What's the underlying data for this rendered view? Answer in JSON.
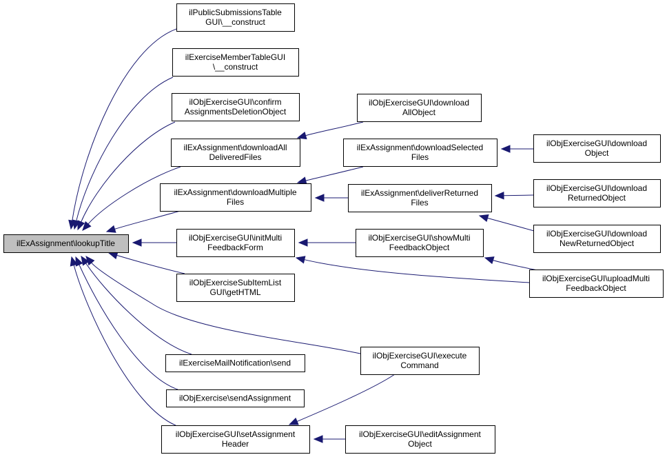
{
  "title": "ilExAssignment\\lookupTitle caller graph",
  "colors": {
    "edge": "#191970",
    "root_fill": "#bfbfbf",
    "node_fill": "#ffffff",
    "border": "#000000"
  },
  "nodes": [
    {
      "id": "root",
      "lines": [
        "ilExAssignment\\lookupTitle"
      ],
      "root": true
    },
    {
      "id": "n1",
      "lines": [
        "ilPublicSubmissionsTable",
        "GUI\\__construct"
      ]
    },
    {
      "id": "n2",
      "lines": [
        "ilExerciseMemberTableGUI",
        "\\__construct"
      ]
    },
    {
      "id": "n3",
      "lines": [
        "ilObjExerciseGUI\\confirm",
        "AssignmentsDeletionObject"
      ]
    },
    {
      "id": "n4",
      "lines": [
        "ilExAssignment\\downloadAll",
        "DeliveredFiles"
      ]
    },
    {
      "id": "n5",
      "lines": [
        "ilExAssignment\\downloadMultiple",
        "Files"
      ]
    },
    {
      "id": "n6",
      "lines": [
        "ilObjExerciseGUI\\initMulti",
        "FeedbackForm"
      ]
    },
    {
      "id": "n7",
      "lines": [
        "ilObjExerciseSubItemList",
        "GUI\\getHTML"
      ]
    },
    {
      "id": "n8",
      "lines": [
        "ilExerciseMailNotification\\send"
      ]
    },
    {
      "id": "n9",
      "lines": [
        "ilObjExercise\\sendAssignment"
      ]
    },
    {
      "id": "n10",
      "lines": [
        "ilObjExerciseGUI\\setAssignment",
        "Header"
      ]
    },
    {
      "id": "n11",
      "lines": [
        "ilObjExerciseGUI\\download",
        "AllObject"
      ]
    },
    {
      "id": "n12",
      "lines": [
        "ilExAssignment\\downloadSelected",
        "Files"
      ]
    },
    {
      "id": "n13",
      "lines": [
        "ilExAssignment\\deliverReturned",
        "Files"
      ]
    },
    {
      "id": "n14",
      "lines": [
        "ilObjExerciseGUI\\showMulti",
        "FeedbackObject"
      ]
    },
    {
      "id": "n15",
      "lines": [
        "ilObjExerciseGUI\\execute",
        "Command"
      ]
    },
    {
      "id": "n16",
      "lines": [
        "ilObjExerciseGUI\\editAssignment",
        "Object"
      ]
    },
    {
      "id": "n17",
      "lines": [
        "ilObjExerciseGUI\\download",
        "Object"
      ]
    },
    {
      "id": "n18",
      "lines": [
        "ilObjExerciseGUI\\download",
        "ReturnedObject"
      ]
    },
    {
      "id": "n19",
      "lines": [
        "ilObjExerciseGUI\\download",
        "NewReturnedObject"
      ]
    },
    {
      "id": "n20",
      "lines": [
        "ilObjExerciseGUI\\uploadMulti",
        "FeedbackObject"
      ]
    }
  ],
  "edges": [
    {
      "from": "n1",
      "to": "root"
    },
    {
      "from": "n2",
      "to": "root"
    },
    {
      "from": "n3",
      "to": "root"
    },
    {
      "from": "n4",
      "to": "root"
    },
    {
      "from": "n5",
      "to": "root"
    },
    {
      "from": "n6",
      "to": "root"
    },
    {
      "from": "n7",
      "to": "root"
    },
    {
      "from": "n8",
      "to": "root"
    },
    {
      "from": "n9",
      "to": "root"
    },
    {
      "from": "n10",
      "to": "root"
    },
    {
      "from": "n15",
      "to": "root"
    },
    {
      "from": "n11",
      "to": "n4"
    },
    {
      "from": "n12",
      "to": "n5"
    },
    {
      "from": "n13",
      "to": "n5"
    },
    {
      "from": "n14",
      "to": "n6"
    },
    {
      "from": "n20",
      "to": "n6"
    },
    {
      "from": "n15",
      "to": "n10"
    },
    {
      "from": "n16",
      "to": "n10"
    },
    {
      "from": "n17",
      "to": "n12"
    },
    {
      "from": "n18",
      "to": "n13"
    },
    {
      "from": "n19",
      "to": "n13"
    },
    {
      "from": "n20",
      "to": "n14"
    }
  ]
}
